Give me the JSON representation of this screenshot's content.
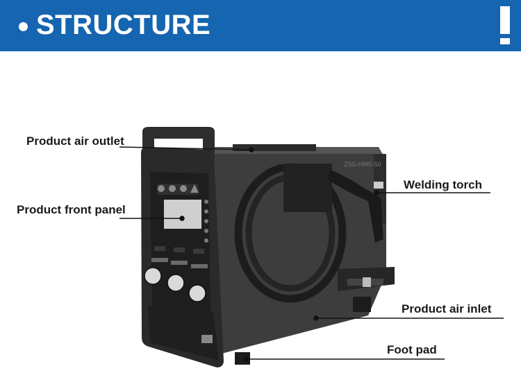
{
  "header": {
    "title": "STRUCTURE"
  },
  "machine": {
    "model_text": "ZSS-HMS-50"
  },
  "callouts": {
    "air_outlet": "Product air outlet",
    "front_panel": "Product front panel",
    "welding_torch": "Welding torch",
    "air_inlet": "Product air inlet",
    "foot_pad": "Foot pad"
  },
  "colors": {
    "banner": "#1565b0",
    "body": "#3a3a3a",
    "panel": "#262626"
  }
}
